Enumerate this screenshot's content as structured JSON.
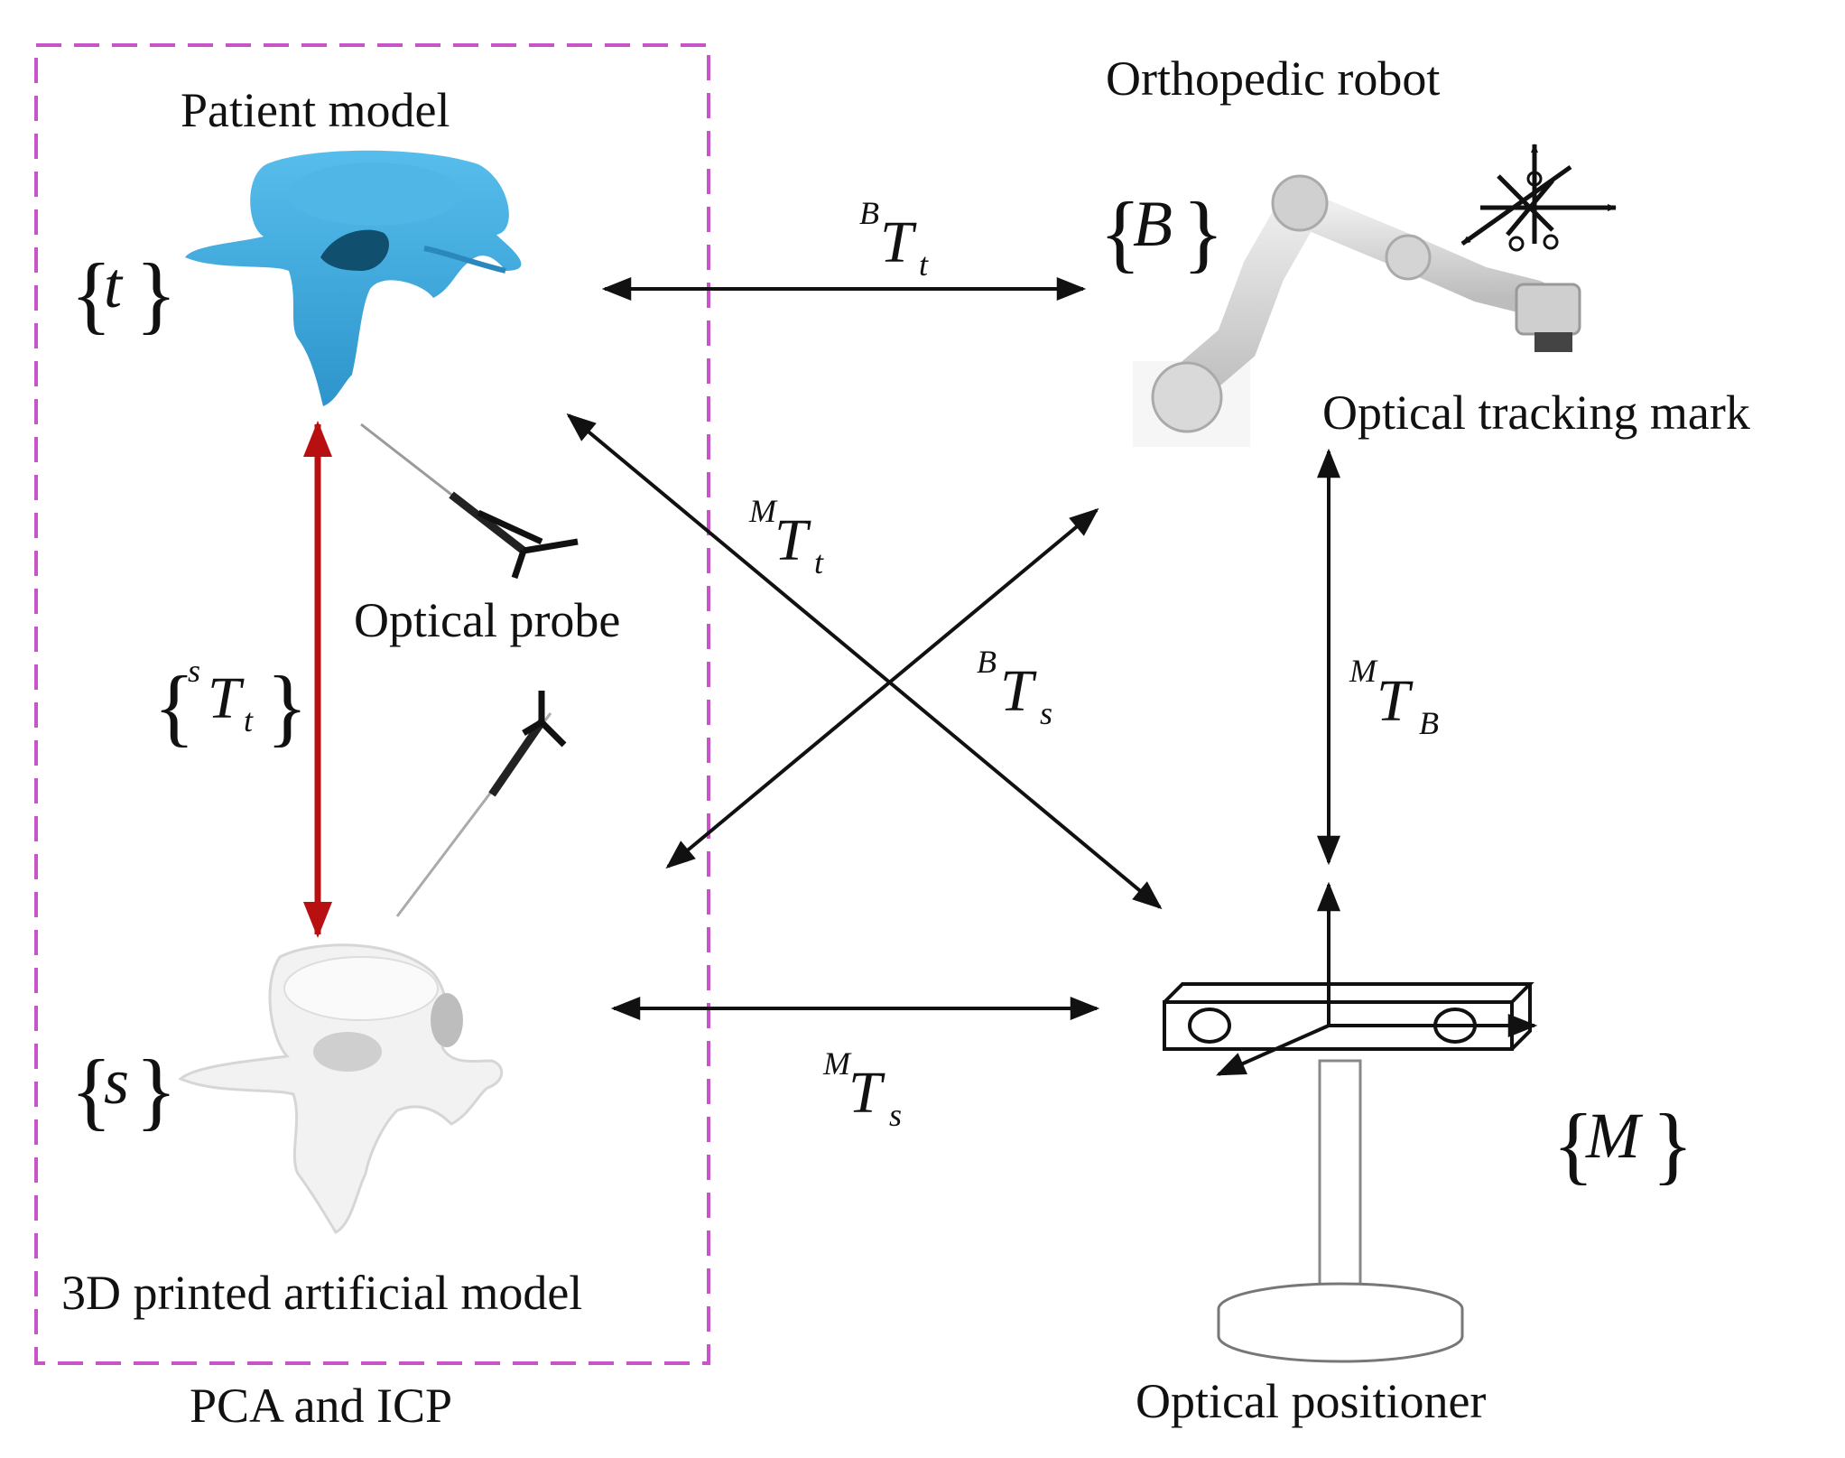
{
  "colors": {
    "frame": "#c855c8",
    "arrow": "#111111",
    "registration_arrow": "#b81010",
    "patient_model": "#3aa6dc",
    "printed_model": "#f2f2f2"
  },
  "icons": [
    "vertebra-patient-icon",
    "vertebra-printed-icon",
    "optical-probe-icon",
    "robot-arm-icon",
    "tracking-mark-icon",
    "optical-positioner-icon"
  ],
  "labels": {
    "patient_model": "Patient model",
    "orthopedic_robot": "Orthopedic robot",
    "optical_tracking_mark": "Optical tracking mark",
    "optical_probe": "Optical probe",
    "printed_model": "3D printed artificial model",
    "pca_icp": "PCA and ICP",
    "optical_positioner": "Optical positioner"
  },
  "frames": {
    "t": {
      "open": "{",
      "sym": "t",
      "close": "}"
    },
    "B": {
      "open": "{",
      "sym": "B",
      "close": "}"
    },
    "s": {
      "open": "{",
      "sym": "s",
      "close": "}"
    },
    "M": {
      "open": "{",
      "sym": "M",
      "close": "}"
    }
  },
  "transforms": {
    "BTt": {
      "sup": "B",
      "base": "T",
      "sub": "t"
    },
    "MTt": {
      "sup": "M",
      "base": "T",
      "sub": "t"
    },
    "BTs": {
      "sup": "B",
      "base": "T",
      "sub": "s"
    },
    "MTB": {
      "sup": "M",
      "base": "T",
      "sub": "B"
    },
    "MTs": {
      "sup": "M",
      "base": "T",
      "sub": "s"
    },
    "sTt": {
      "open": "{",
      "sup": "s",
      "base": "T",
      "sub": "t",
      "close": "}"
    }
  }
}
